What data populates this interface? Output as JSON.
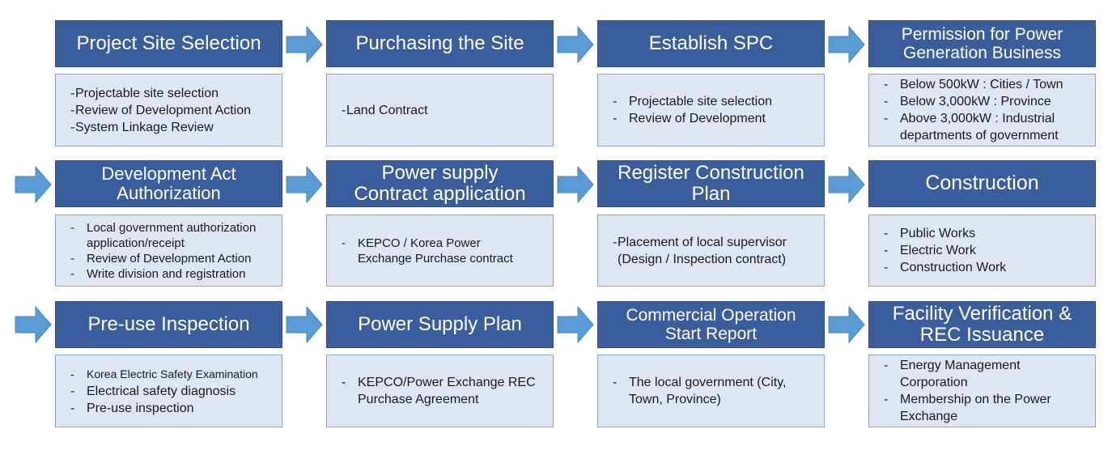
{
  "colors": {
    "header_bg": "#3a5e9c",
    "body_bg": "#dfe6f2",
    "arrow": "#5b9bd5"
  },
  "steps": [
    {
      "title": "Project Site Selection",
      "items": [
        "Projectable site selection",
        "Review of Development Action",
        "System Linkage Review"
      ]
    },
    {
      "title": "Purchasing the Site",
      "items": [
        "Land Contract"
      ]
    },
    {
      "title": "Establish SPC",
      "items": [
        "Projectable site selection",
        "Review of Development"
      ]
    },
    {
      "title": "Permission for Power\nGeneration Business",
      "items": [
        "Below 500kW : Cities / Town",
        "Below 3,000kW : Province",
        "Above 3,000kW : Industrial\ndepartments of government"
      ]
    },
    {
      "title": "Development Act\nAuthorization",
      "items": [
        "Local government authorization\napplication/receipt",
        "Review of Development Action",
        "Write division and registration"
      ]
    },
    {
      "title": "Power supply\nContract application",
      "items": [
        "KEPCO / Korea Power\nExchange Purchase contract"
      ]
    },
    {
      "title": "Register Construction\nPlan",
      "items": [
        "Placement of local supervisor\n(Design / Inspection contract)"
      ]
    },
    {
      "title": "Construction",
      "items": [
        "Public Works",
        "Electric Work",
        "Construction Work"
      ]
    },
    {
      "title": "Pre-use Inspection",
      "items": [
        "Korea Electric Safety Examination",
        "Electrical safety diagnosis",
        "Pre-use inspection"
      ]
    },
    {
      "title": "Power Supply Plan",
      "items": [
        "KEPCO/Power Exchange REC\nPurchase Agreement"
      ]
    },
    {
      "title": "Commercial Operation\nStart Report",
      "items": [
        "The local government (City,\nTown, Province)"
      ]
    },
    {
      "title": "Facility Verification &\nREC Issuance",
      "items": [
        "Energy Management\nCorporation",
        "Membership on the Power\nExchange"
      ]
    }
  ]
}
